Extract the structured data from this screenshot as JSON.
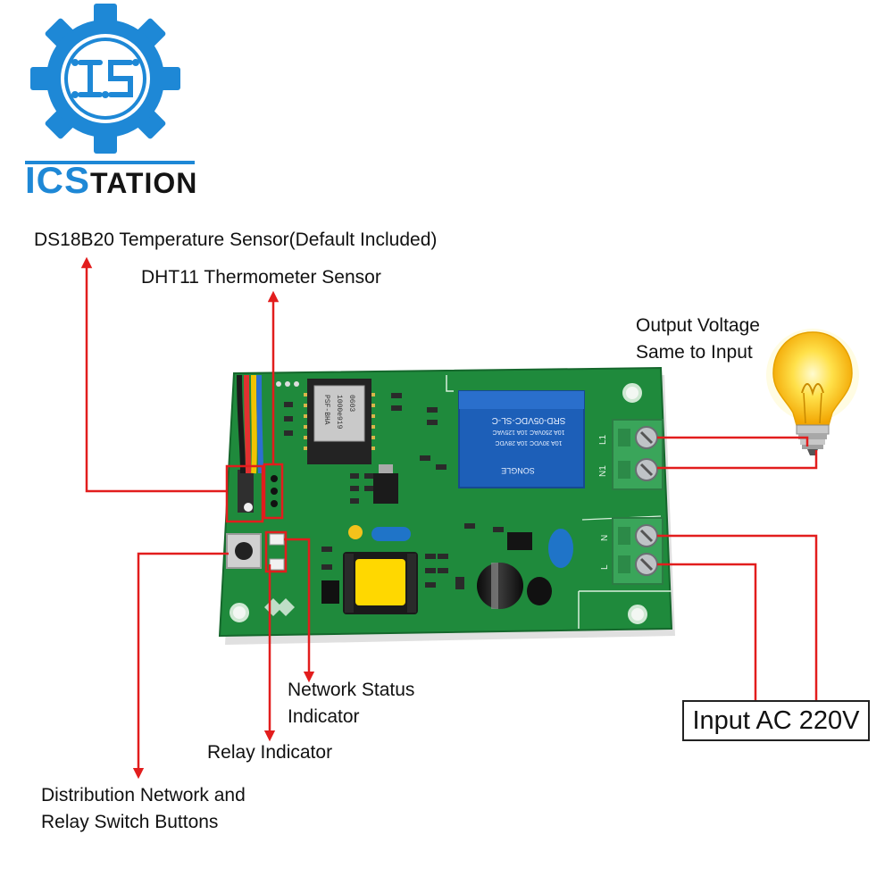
{
  "brand": {
    "logo_letters": "IS",
    "name_part1": "ICS",
    "name_part2": "TATION",
    "colors": {
      "blue": "#1e88d6",
      "dark": "#141414"
    }
  },
  "labels": {
    "ds18b20": "DS18B20 Temperature Sensor(Default Included)",
    "dht11": "DHT11 Thermometer Sensor",
    "output_line1": "Output Voltage",
    "output_line2": "Same to Input",
    "network_line1": "Network Status",
    "network_line2": "Indicator",
    "relay": "Relay Indicator",
    "buttons_line1": "Distribution Network and",
    "buttons_line2": "Relay Switch Buttons",
    "input": "Input AC 220V"
  },
  "board": {
    "module_text": [
      "PSF-BHA",
      "1000e919",
      "0603"
    ],
    "relay_text": [
      "SRD-05VDC-SL-C",
      "10A 250VAC  10A 125VAC",
      "10A 30VDC  10A 28VDC",
      "SONGLE"
    ],
    "terminal_labels": [
      "L1",
      "N1",
      "N",
      "L"
    ],
    "colors": {
      "pcb": "#1f8a3c",
      "relay": "#1d5fb8",
      "terminal": "#3aa55a",
      "arrow": "#e21d1d"
    }
  }
}
